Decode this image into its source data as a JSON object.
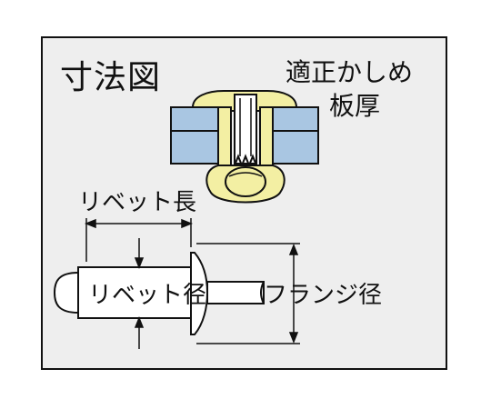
{
  "diagram": {
    "title": "寸法図",
    "plate_thickness_label": [
      "適正かしめ",
      "板厚"
    ],
    "rivet_length_label": "リベット長",
    "rivet_diameter_label": "リベット径",
    "flange_diameter_label": "フランジ径"
  },
  "colors": {
    "plate": "#a9c6e2",
    "rivet_body": "#f3efa3",
    "frame_background": "#eeeeee",
    "line": "#111111"
  }
}
